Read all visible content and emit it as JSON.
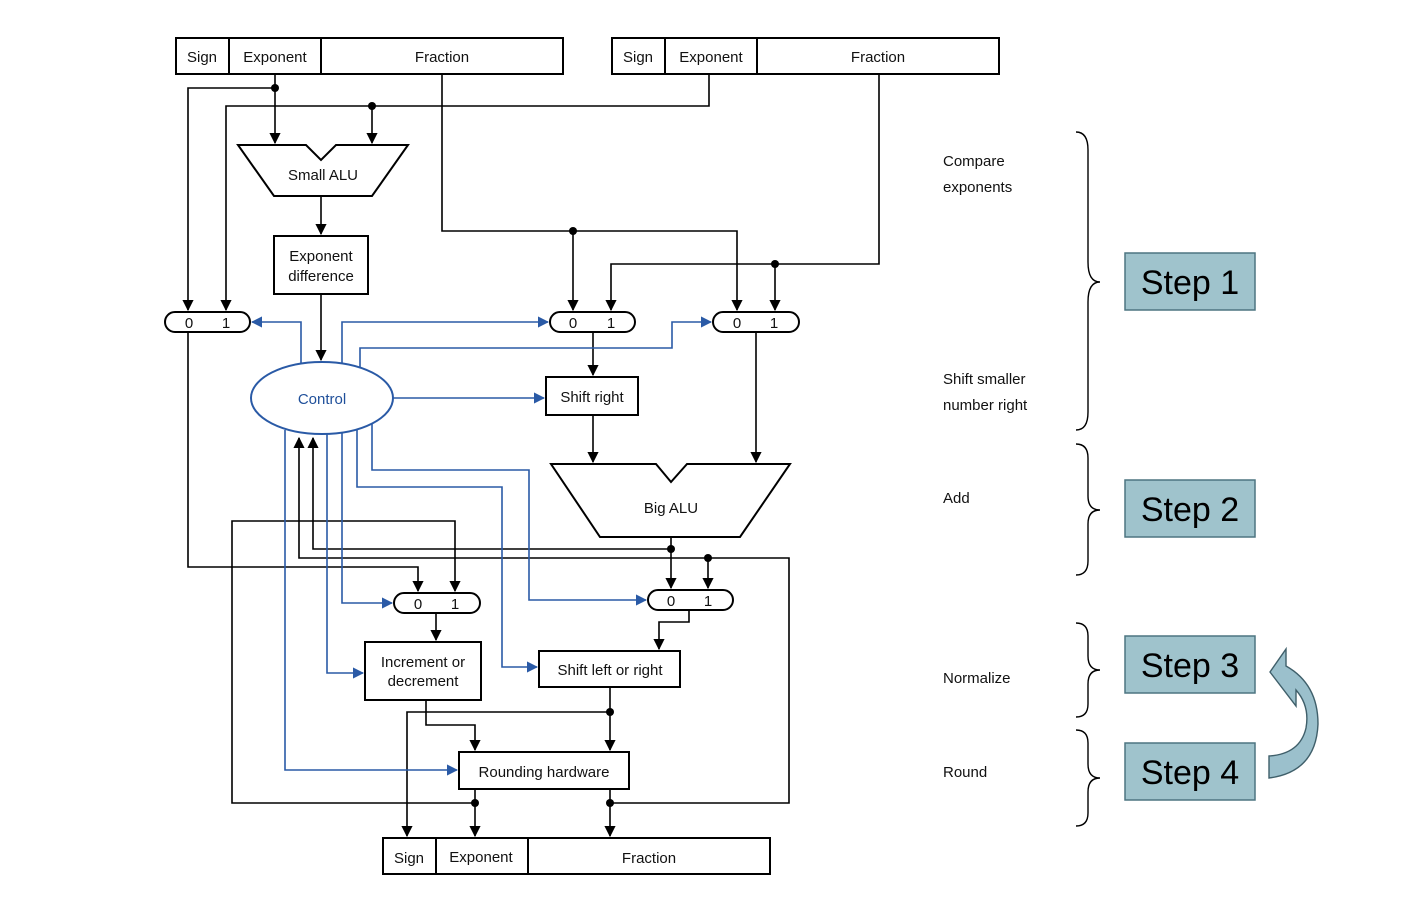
{
  "registers": {
    "top_left": {
      "sign": "Sign",
      "exponent": "Exponent",
      "fraction": "Fraction"
    },
    "top_right": {
      "sign": "Sign",
      "exponent": "Exponent",
      "fraction": "Fraction"
    },
    "bottom": {
      "sign": "Sign",
      "exponent": "Exponent",
      "fraction": "Fraction"
    }
  },
  "blocks": {
    "small_alu": "Small ALU",
    "exp_diff_line1": "Exponent",
    "exp_diff_line2": "difference",
    "control": "Control",
    "shift_right": "Shift right",
    "big_alu": "Big ALU",
    "inc_dec_line1": "Increment or",
    "inc_dec_line2": "decrement",
    "shift_lr": "Shift left or right",
    "rounding": "Rounding hardware"
  },
  "mux": {
    "zero": "0",
    "one": "1"
  },
  "stage_labels": {
    "compare_line1": "Compare",
    "compare_line2": "exponents",
    "shift_line1": "Shift smaller",
    "shift_line2": "number right",
    "add": "Add",
    "normalize": "Normalize",
    "round": "Round"
  },
  "steps": {
    "step1": "Step 1",
    "step2": "Step 2",
    "step3": "Step 3",
    "step4": "Step 4"
  },
  "colors": {
    "control_blue": "#2a5aa6",
    "step_fill": "#9fc3cc",
    "loop_arrow": "#9bc0cc"
  }
}
